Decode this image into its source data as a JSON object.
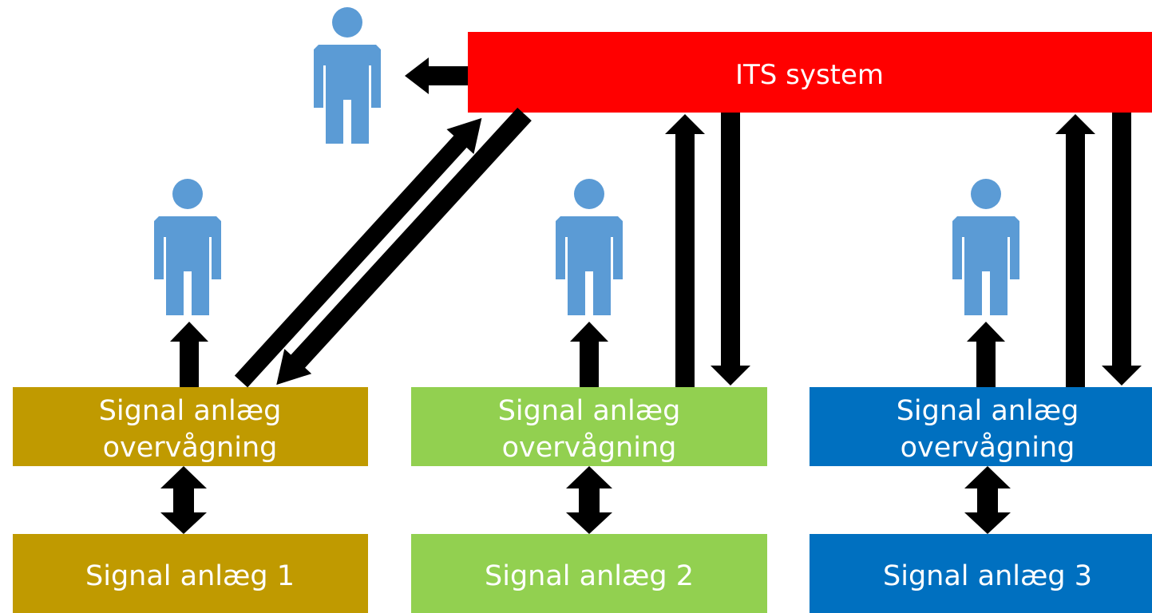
{
  "its_system": {
    "label": "ITS system",
    "color": "#ff0000"
  },
  "columns": [
    {
      "monitor_line1": "Signal anlæg",
      "monitor_line2": "overvågning",
      "signal_label": "Signal anlæg 1",
      "color": "#c09a00"
    },
    {
      "monitor_line1": "Signal anlæg",
      "monitor_line2": "overvågning",
      "signal_label": "Signal anlæg 2",
      "color": "#92d050"
    },
    {
      "monitor_line1": "Signal anlæg",
      "monitor_line2": "overvågning",
      "signal_label": "Signal anlæg 3",
      "color": "#0070c0"
    }
  ],
  "person_icon_color": "#5b9bd5",
  "arrow_color": "#000000"
}
